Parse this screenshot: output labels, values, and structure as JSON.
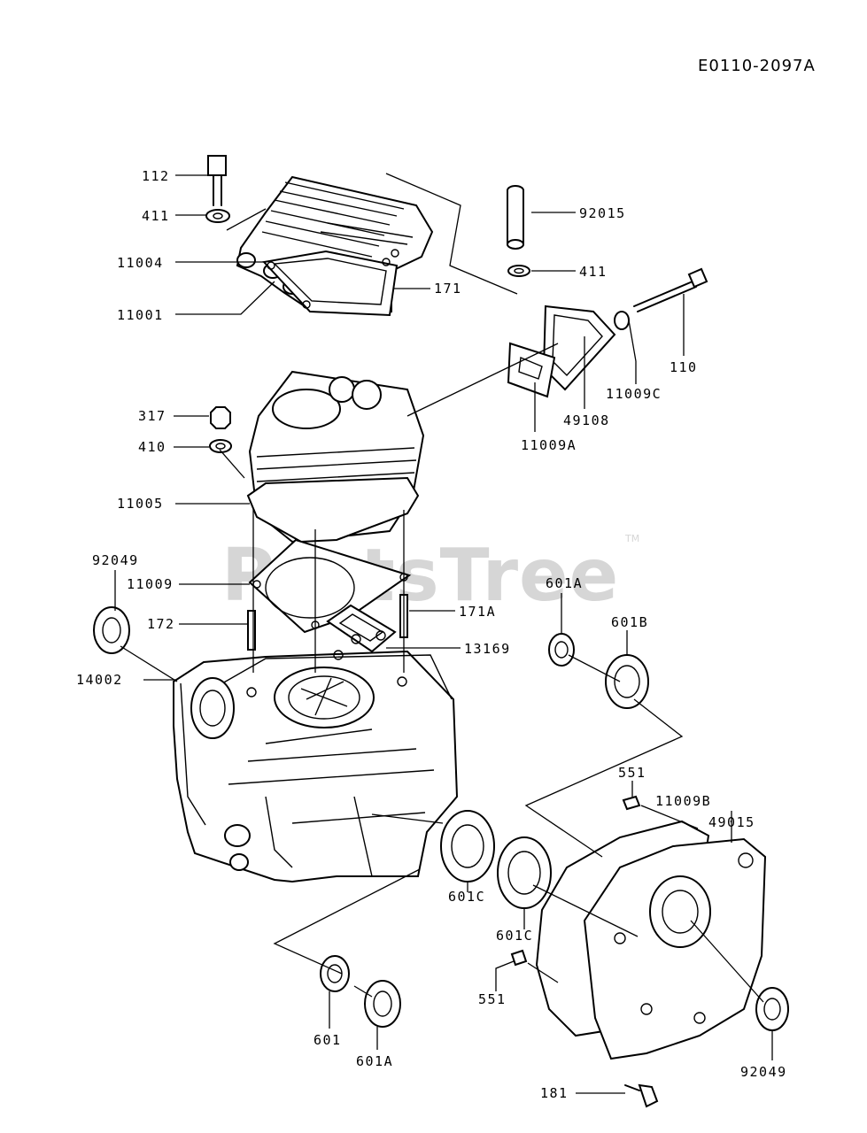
{
  "diagram_code": "E0110-2097A",
  "watermark": "PartsTree",
  "watermark_mark": "TM",
  "labels": {
    "l112": "112",
    "l411a": "411",
    "l11001": "11001",
    "l11004": "11004",
    "l317": "317",
    "l410": "410",
    "l11005": "11005",
    "l92049a": "92049",
    "l11009": "11009",
    "l172": "172",
    "l14002": "14002",
    "l92015": "92015",
    "l411b": "411",
    "l171": "171",
    "l110": "110",
    "l11009C": "11009C",
    "l49108": "49108",
    "l11009A": "11009A",
    "l171A": "171A",
    "l13169": "13169",
    "l601Aa": "601A",
    "l601B": "601B",
    "l551a": "551",
    "l11009B": "11009B",
    "l49015": "49015",
    "l601Ca": "601C",
    "l601Cb": "601C",
    "l551b": "551",
    "l601": "601",
    "l601Ab": "601A",
    "l92049b": "92049",
    "l181": "181"
  }
}
